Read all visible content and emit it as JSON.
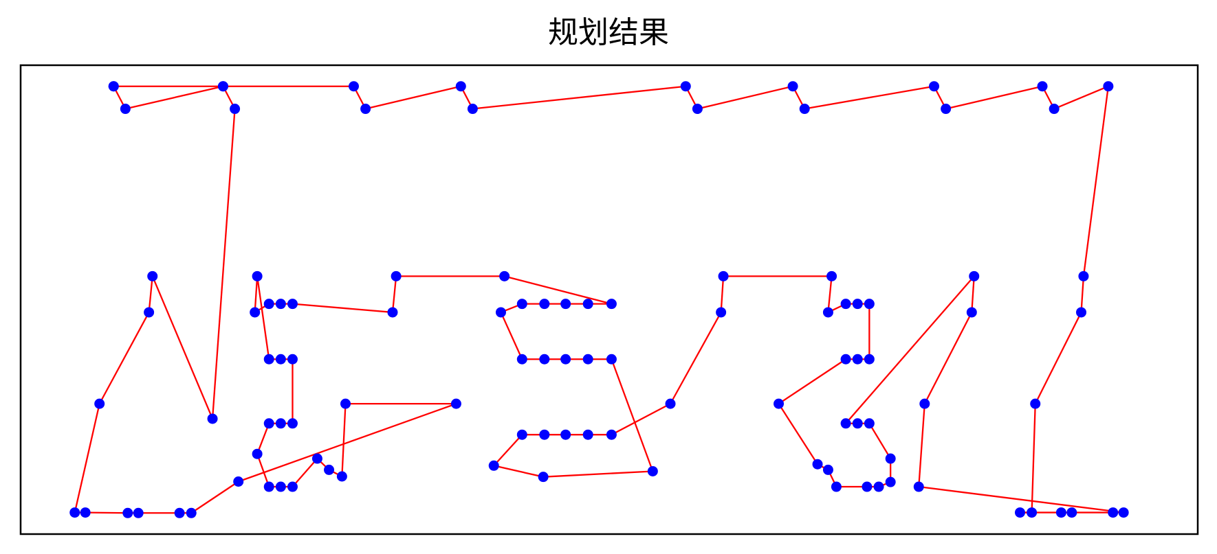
{
  "title": "规划结果",
  "chart_data": {
    "type": "line",
    "title": "规划结果",
    "xlabel": "",
    "ylabel": "",
    "xlim": [
      0,
      100
    ],
    "ylim": [
      0,
      100
    ],
    "grid": false,
    "axis_ticks_visible": false,
    "marker_color": "#0000ff",
    "line_color": "#ff0000",
    "series": [
      {
        "points": [
          [
            7.9,
            95.5
          ],
          [
            8.9,
            90.7
          ],
          [
            17.2,
            95.5
          ],
          [
            18.2,
            90.7
          ],
          [
            16.3,
            24.6
          ],
          [
            11.2,
            55.0
          ],
          [
            10.9,
            47.3
          ],
          [
            6.7,
            27.8
          ],
          [
            4.6,
            4.6
          ],
          [
            5.5,
            4.6
          ],
          [
            9.1,
            4.5
          ],
          [
            10.0,
            4.5
          ],
          [
            13.5,
            4.5
          ],
          [
            14.5,
            4.5
          ],
          [
            18.5,
            11.2
          ],
          [
            37.0,
            27.8
          ],
          [
            27.6,
            27.8
          ],
          [
            27.3,
            12.3
          ],
          [
            26.2,
            13.7
          ],
          [
            25.2,
            16.1
          ],
          [
            23.1,
            10.1
          ],
          [
            22.1,
            10.1
          ],
          [
            21.1,
            10.1
          ],
          [
            20.1,
            17.1
          ],
          [
            21.1,
            23.6
          ],
          [
            22.1,
            23.6
          ],
          [
            23.1,
            23.6
          ],
          [
            23.1,
            37.3
          ],
          [
            22.1,
            37.3
          ],
          [
            21.1,
            37.3
          ],
          [
            20.1,
            55.0
          ],
          [
            19.9,
            47.3
          ],
          [
            21.1,
            49.1
          ],
          [
            22.1,
            49.1
          ],
          [
            23.1,
            49.1
          ],
          [
            31.6,
            47.3
          ],
          [
            31.9,
            55.0
          ],
          [
            41.1,
            55.0
          ],
          [
            50.2,
            49.1
          ],
          [
            48.2,
            49.1
          ],
          [
            46.3,
            49.1
          ],
          [
            44.5,
            49.1
          ],
          [
            42.6,
            49.1
          ],
          [
            40.8,
            47.3
          ],
          [
            42.6,
            37.3
          ],
          [
            44.5,
            37.3
          ],
          [
            46.3,
            37.3
          ],
          [
            48.2,
            37.3
          ],
          [
            50.2,
            37.3
          ],
          [
            53.7,
            13.4
          ],
          [
            44.4,
            12.2
          ],
          [
            40.2,
            14.6
          ],
          [
            42.6,
            21.2
          ],
          [
            44.5,
            21.2
          ],
          [
            46.3,
            21.2
          ],
          [
            48.2,
            21.2
          ],
          [
            50.2,
            21.2
          ],
          [
            55.2,
            27.8
          ],
          [
            59.5,
            47.3
          ],
          [
            59.7,
            55.0
          ],
          [
            68.9,
            55.0
          ],
          [
            68.6,
            47.3
          ],
          [
            70.1,
            49.1
          ],
          [
            71.1,
            49.1
          ],
          [
            72.1,
            49.1
          ],
          [
            72.1,
            37.3
          ],
          [
            71.1,
            37.3
          ],
          [
            70.1,
            37.3
          ],
          [
            64.4,
            27.8
          ],
          [
            67.7,
            14.9
          ],
          [
            68.6,
            13.7
          ],
          [
            69.3,
            10.1
          ],
          [
            71.9,
            10.1
          ],
          [
            72.9,
            10.1
          ],
          [
            73.9,
            11.1
          ],
          [
            73.9,
            16.1
          ],
          [
            72.1,
            23.6
          ],
          [
            71.1,
            23.6
          ],
          [
            70.1,
            23.6
          ],
          [
            81.0,
            55.0
          ],
          [
            80.8,
            47.3
          ],
          [
            76.8,
            27.8
          ],
          [
            76.3,
            10.1
          ],
          [
            93.7,
            4.6
          ],
          [
            92.8,
            4.6
          ],
          [
            89.3,
            4.6
          ],
          [
            88.4,
            4.6
          ],
          [
            84.9,
            4.6
          ],
          [
            85.9,
            4.6
          ],
          [
            86.2,
            27.8
          ],
          [
            90.1,
            47.3
          ],
          [
            90.3,
            55.0
          ],
          [
            92.4,
            95.5
          ],
          [
            87.8,
            90.7
          ],
          [
            86.8,
            95.5
          ],
          [
            78.6,
            90.7
          ],
          [
            77.6,
            95.5
          ],
          [
            66.6,
            90.7
          ],
          [
            65.6,
            95.5
          ],
          [
            57.5,
            90.7
          ],
          [
            56.5,
            95.5
          ],
          [
            38.4,
            90.7
          ],
          [
            37.4,
            95.5
          ],
          [
            29.3,
            90.7
          ],
          [
            28.3,
            95.5
          ],
          [
            17.2,
            95.5
          ],
          [
            7.9,
            95.5
          ]
        ]
      }
    ]
  }
}
